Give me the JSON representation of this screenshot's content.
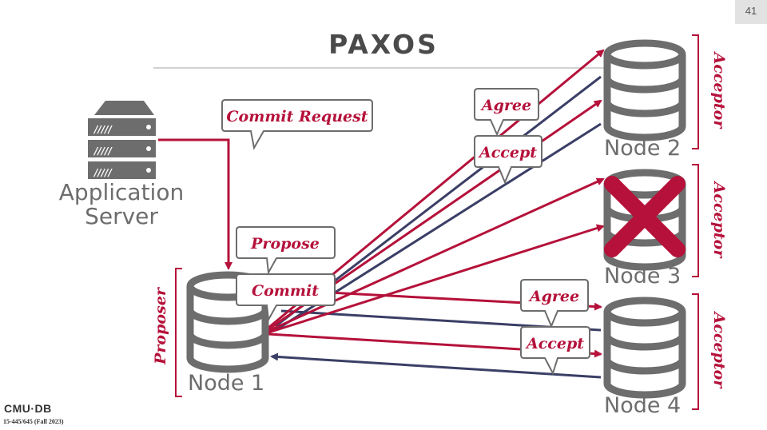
{
  "slide": {
    "title": "PAXOS",
    "page_number": "41",
    "logo": "CMU·DB",
    "course": "15-445/645 (Fall 2023)"
  },
  "nodes": {
    "app_server": {
      "line1": "Application",
      "line2": "Server"
    },
    "node1": "Node 1",
    "node2": "Node 2",
    "node3": "Node 3",
    "node4": "Node 4"
  },
  "roles": {
    "proposer": "Proposer",
    "acceptor_node2": "Acceptor",
    "acceptor_node3": "Acceptor",
    "acceptor_node4": "Acceptor"
  },
  "bubbles": {
    "commit_request": "Commit Request",
    "propose": "Propose",
    "commit": "Commit",
    "agree_node2": "Agree",
    "accept_node2": "Accept",
    "agree_node4": "Agree",
    "accept_node4": "Accept"
  },
  "server_bars": {
    "bar1": "/////",
    "bar2": "/////",
    "bar3": "/////"
  },
  "colors": {
    "red": "#b5113a",
    "navy": "#3b3f66",
    "gray": "#6d6d6d",
    "db_fill": "#ffffff",
    "db_stroke": "#6d6d6d"
  },
  "status": {
    "node3": "failed"
  }
}
